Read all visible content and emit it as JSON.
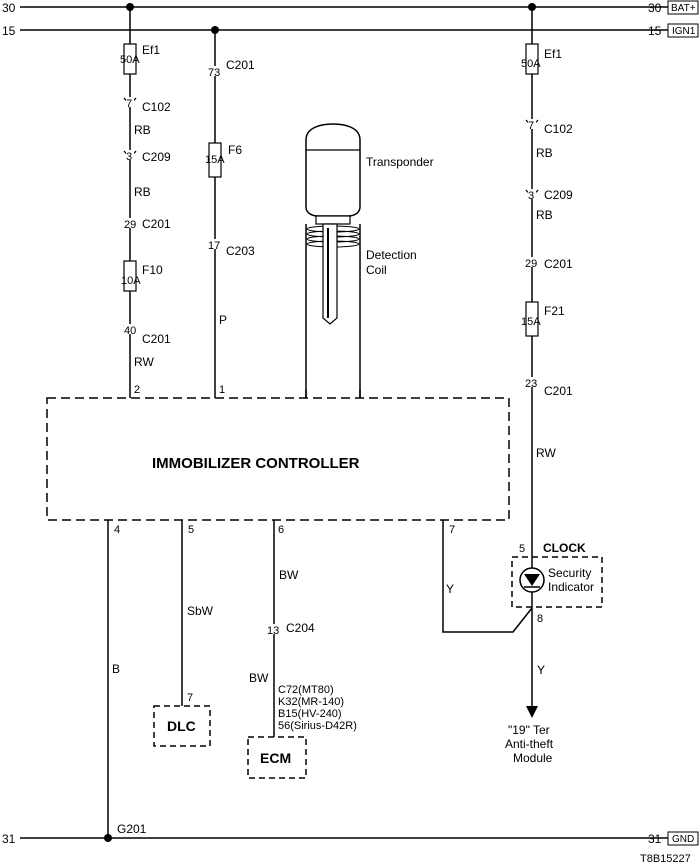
{
  "rails": {
    "bat_left": "30",
    "bat_right": "30",
    "bat_tag": "BAT+",
    "ign_left": "15",
    "ign_right": "15",
    "ign_tag": "IGN1",
    "gnd_left": "31",
    "gnd_right": "31",
    "gnd_tag": "GND"
  },
  "left_branch": {
    "fuse1": "Ef1",
    "fuse1_rating": "50A",
    "conn1": "C102",
    "conn1_pin": "7",
    "wire1": "RB",
    "conn2": "C209",
    "conn2_pin": "3",
    "wire2": "RB",
    "conn3": "C201",
    "conn3_pin": "29",
    "fuse2": "F10",
    "fuse2_rating": "10A",
    "conn4": "C201",
    "conn4_pin": "40",
    "wire3": "RW",
    "ctrl_pin": "2"
  },
  "ign_branch": {
    "conn1": "C201",
    "conn1_pin": "73",
    "fuse": "F6",
    "fuse_rating": "15A",
    "conn2": "C203",
    "conn2_pin": "17",
    "wire": "P",
    "ctrl_pin": "1"
  },
  "key": {
    "transponder": "Transponder",
    "detection_1": "Detection",
    "detection_2": "Coil"
  },
  "right_branch": {
    "fuse1": "Ef1",
    "fuse1_rating": "50A",
    "conn1": "C102",
    "conn1_pin": "7",
    "wire1": "RB",
    "conn2": "C209",
    "conn2_pin": "3",
    "wire2": "RB",
    "conn3": "C201",
    "conn3_pin": "29",
    "fuse2": "F21",
    "fuse2_rating": "15A",
    "conn4": "C201",
    "conn4_pin": "23",
    "wire3": "RW"
  },
  "controller": {
    "title": "IMMOBILIZER CONTROLLER",
    "pin4": "4",
    "pin5": "5",
    "pin6": "6",
    "pin7": "7"
  },
  "bottom": {
    "wire_b": "B",
    "wire_sbw": "SbW",
    "dlc_pin": "7",
    "dlc": "DLC",
    "wire_bw1": "BW",
    "conn_c204": "C204",
    "conn_c204_pin": "13",
    "wire_bw2": "BW",
    "ecm_pins": [
      "C72(MT80)",
      "K32(MR-140)",
      "B15(HV-240)",
      "56(Sirius-D42R)"
    ],
    "ecm": "ECM",
    "wire_y1": "Y",
    "ground": "G201"
  },
  "clock": {
    "title": "CLOCK",
    "pin_in": "5",
    "pin_out": "8",
    "indicator_1": "Security",
    "indicator_2": "Indicator",
    "wire_y": "Y",
    "dest_1": "\"19\" Ter",
    "dest_2": "Anti-theft",
    "dest_3": "Module"
  },
  "footer": {
    "code": "T8B15227"
  }
}
